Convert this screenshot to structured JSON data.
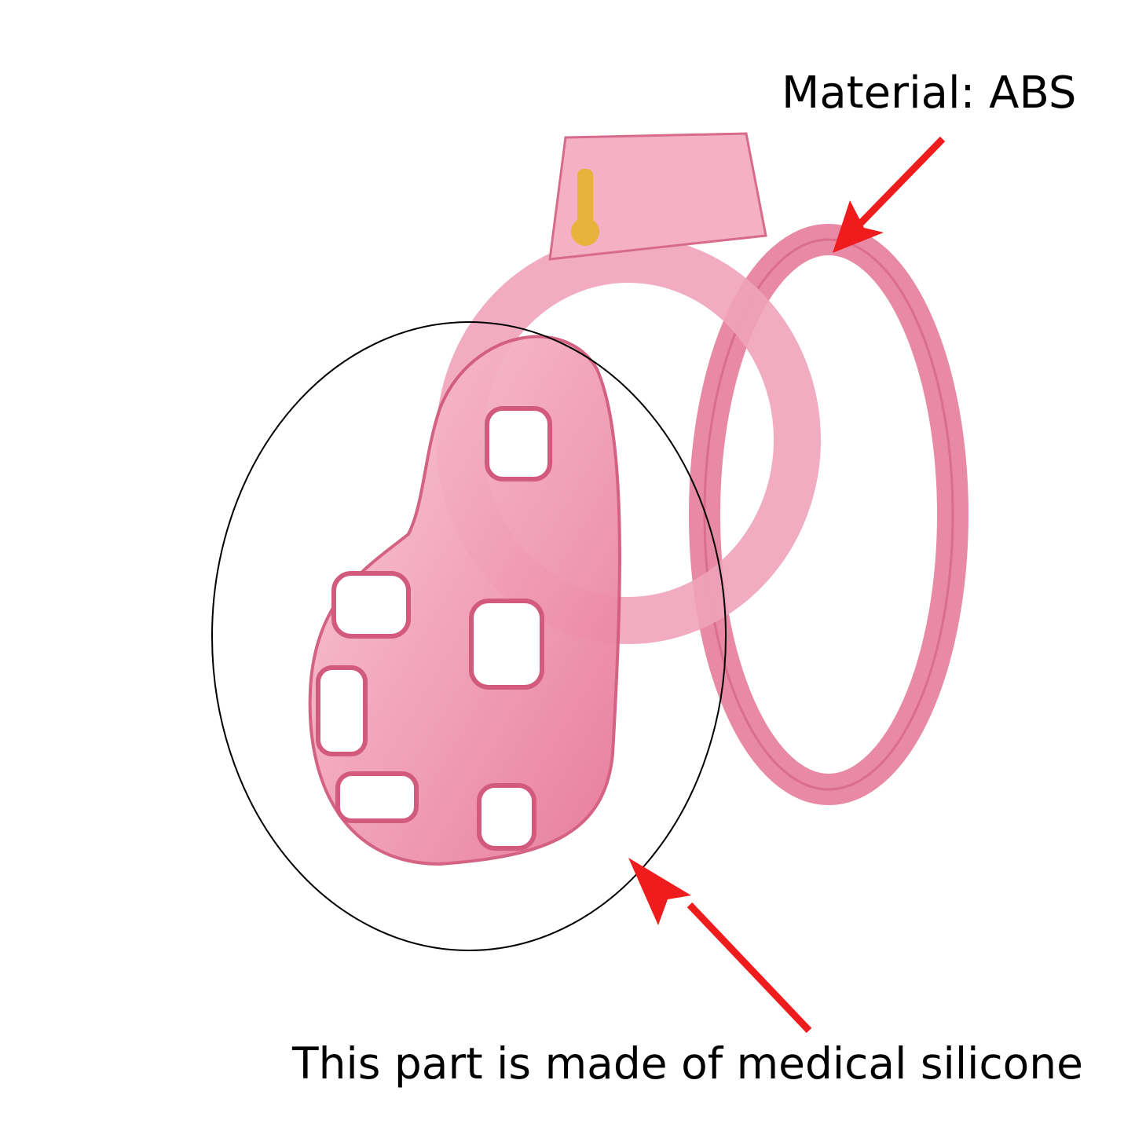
{
  "labels": {
    "top": "Material: ABS",
    "bottom": "This part is made of medical silicone"
  },
  "colors": {
    "arrow": "#ee1c1c",
    "product_light": "#f7b9cc",
    "product_mid": "#ef8fab",
    "product_dark": "#d64a70",
    "outline": "#000000",
    "background": "#ffffff"
  },
  "annotations": [
    {
      "target": "ring",
      "label_ref": "labels.top"
    },
    {
      "target": "cage",
      "label_ref": "labels.bottom",
      "highlight": "ellipse"
    }
  ]
}
